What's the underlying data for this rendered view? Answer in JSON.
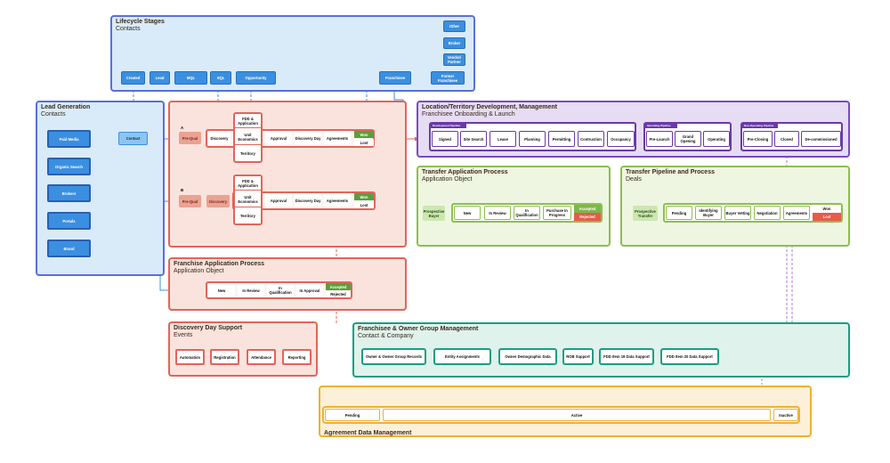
{
  "lifecycle": {
    "title": "Lifecycle Stages",
    "subtitle": "Contacts",
    "stages": [
      "Created",
      "Lead",
      "MQL",
      "SQL",
      "Opportunity",
      "Franchisee",
      "Former Franchisee"
    ],
    "side": [
      "Other",
      "Broker",
      "Vendor/ Partner"
    ]
  },
  "lead_gen": {
    "title": "Lead Generation",
    "subtitle": "Contacts",
    "sources": [
      "Paid Media",
      "Organic Search",
      "Brokers",
      "Portals",
      "Brand"
    ],
    "contact": "Contact"
  },
  "pipeline": {
    "row_a": {
      "marker": "A",
      "prequal": "Pre-Qual",
      "stages": [
        "Discovery",
        "FDD & Application",
        "Unit Economics",
        "Territory",
        "Approval",
        "Discovery Day",
        "Agreements"
      ],
      "won": "Won",
      "lost": "Lost"
    },
    "row_b": {
      "marker": "B",
      "prequal": "Pre-Qual",
      "discovery": "Discovery",
      "stages": [
        "FDD & Application",
        "Unit Economics",
        "Territory",
        "Approval",
        "Discovery Day",
        "Agreements"
      ],
      "won": "Won",
      "lost": "Lost"
    }
  },
  "franchise_app": {
    "title": "Franchise Application Process",
    "subtitle": "Application Object",
    "stages": [
      "New",
      "In Review",
      "In Qualification",
      "In Approval"
    ],
    "accepted": "Accepted",
    "rejected": "Rejected"
  },
  "discovery_support": {
    "title": "Discovery Day Support",
    "subtitle": "Events",
    "items": [
      "Automation",
      "Registration",
      "Attendance",
      "Reporting"
    ]
  },
  "location": {
    "title": "Location/Territory Development, Management",
    "subtitle": "Franchisee Onboarding & Launch",
    "group1_label": "Development Pipeline",
    "group1": [
      "Signed",
      "Site Search",
      "Lease",
      "Planning",
      "Permitting",
      "Contruction",
      "Occupancy"
    ],
    "group2_label": "Operating Pipeline",
    "group2": [
      "Pre-Launch",
      "Grand Opening",
      "Operating"
    ],
    "group3_label": "Non-Operating Pipeline",
    "group3": [
      "Pre-Closing",
      "Closed",
      "De-commissioned"
    ]
  },
  "transfer_app": {
    "title": "Transfer Application Process",
    "subtitle": "Application Object",
    "lead": "Prospective Buyer",
    "stages": [
      "New",
      "In Review",
      "In Qualification",
      "Purchase In Progress"
    ],
    "accepted": "Accepted",
    "rejected": "Rejected"
  },
  "transfer_pipe": {
    "title": "Transfer Pipeline and Process",
    "subtitle": "Deals",
    "lead": "Prospective Transfer",
    "stages": [
      "Pending",
      "Identifying Buyer",
      "Buyer Vetting",
      "Negotiation",
      "Agreements"
    ],
    "won": "Won",
    "lost": "Lost"
  },
  "owner_group": {
    "title": "Franchisee & Owner Group Management",
    "subtitle": "Contact & Company",
    "items": [
      "Owner & Owner Group Records",
      "Entity Assignments",
      "Owner Demographic Data",
      "ROB Support",
      "FDD Item 19 Data Support",
      "FDD Item 20 Data Support"
    ]
  },
  "agreement": {
    "title": "Agreement Data Management",
    "states": [
      "Pending",
      "Active",
      "Inactive"
    ]
  },
  "colors": {
    "lifecycle_bg": "#d9ebf9",
    "lifecycle_border": "#5a6fd8",
    "pipeline_bg": "#fbe3dd",
    "pipeline_border": "#e06658",
    "location_bg": "#e6dcf3",
    "location_border": "#7a4ac0",
    "transfer_bg": "#eef6e2",
    "transfer_border": "#8cc04a",
    "owner_bg": "#e0f2ec",
    "owner_border": "#1a9e80",
    "agreement_bg": "#fdf0d8",
    "agreement_border": "#f0b030",
    "accent_blue": "#3b8fe0"
  }
}
